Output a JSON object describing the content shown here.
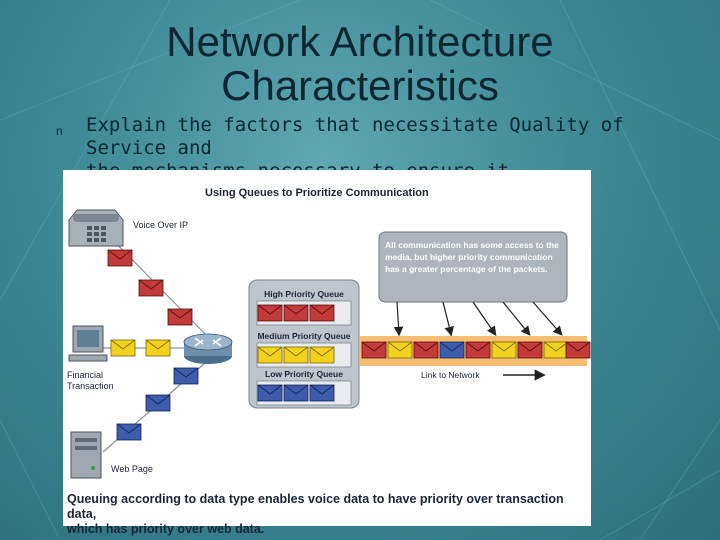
{
  "slide": {
    "title_line1": "Network Architecture",
    "title_line2": "Characteristics",
    "bullet_glyph": "n",
    "bullet_text_line1": "Explain the factors that necessitate Quality of Service and",
    "bullet_text_line2": "the mechanisms necessary to ensure it"
  },
  "diagram": {
    "heading": "Using Queues to Prioritize Communication",
    "labels": {
      "voip": "Voice Over IP",
      "financial_line1": "Financial",
      "financial_line2": "Transaction",
      "web_page": "Web Page",
      "link": "Link to Network"
    },
    "queues": {
      "high": "High Priority Queue",
      "medium": "Medium Priority Queue",
      "low": "Low Priority Queue"
    },
    "note_lines": [
      "All communication has some access to the",
      "media, but higher priority communication",
      "has a greater percentage of the packets."
    ],
    "caption_line1": "Queuing according to data type enables voice data to have priority over transaction data,",
    "caption_line2": "which has priority over web data.",
    "colors": {
      "voice_packet": "#c23a3a",
      "transaction_packet": "#f2d21c",
      "web_packet": "#3d5cab",
      "queue_panel": "#bfc5cc",
      "link_band": "#f6b25a"
    },
    "icons": [
      "telephone-icon",
      "computer-icon",
      "server-icon",
      "router-icon",
      "envelope-icon"
    ]
  }
}
